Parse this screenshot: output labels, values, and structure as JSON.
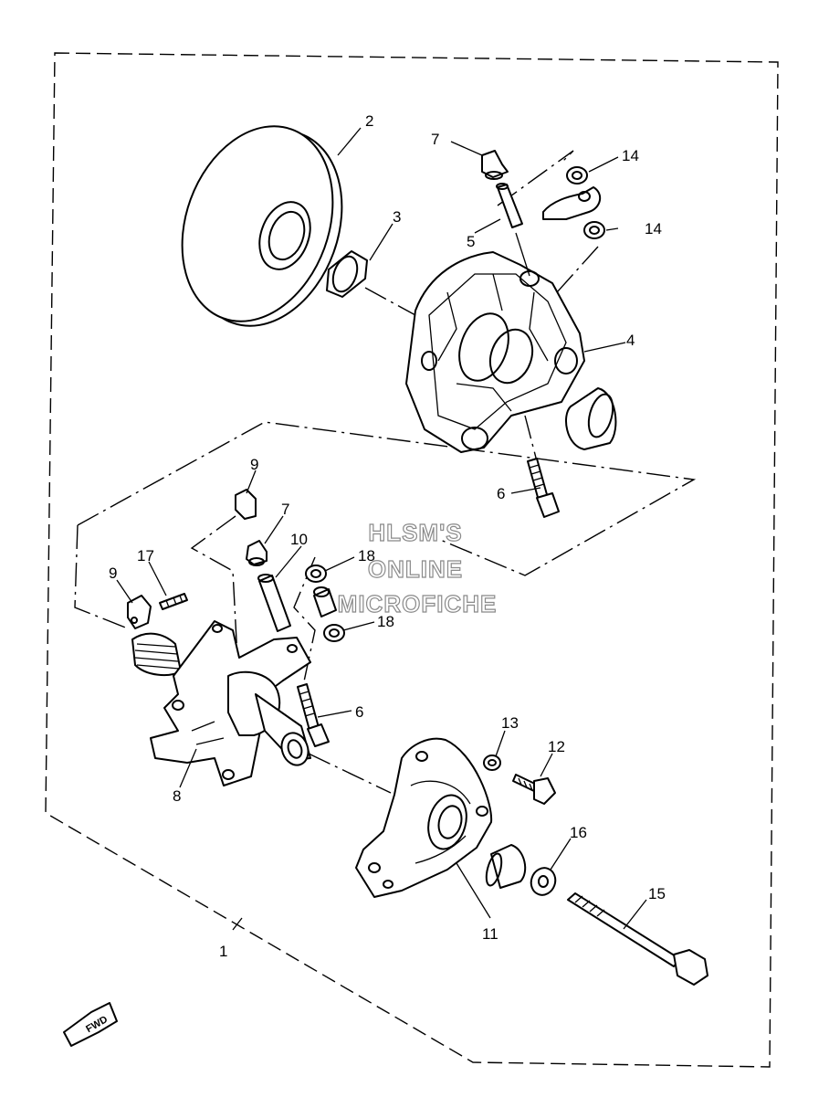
{
  "watermark": {
    "line1": "HLSM'S",
    "line2": "ONLINE",
    "line3": "MICROFICHE"
  },
  "fwd_label": "FWD",
  "callouts": {
    "c1": "1",
    "c2": "2",
    "c3": "3",
    "c4": "4",
    "c5": "5",
    "c6a": "6",
    "c6b": "6",
    "c7a": "7",
    "c7b": "7",
    "c8": "8",
    "c9a": "9",
    "c9b": "9",
    "c10": "10",
    "c11": "11",
    "c12": "12",
    "c13": "13",
    "c14a": "14",
    "c14b": "14",
    "c15": "15",
    "c16": "16",
    "c17": "17",
    "c18a": "18",
    "c18b": "18"
  }
}
